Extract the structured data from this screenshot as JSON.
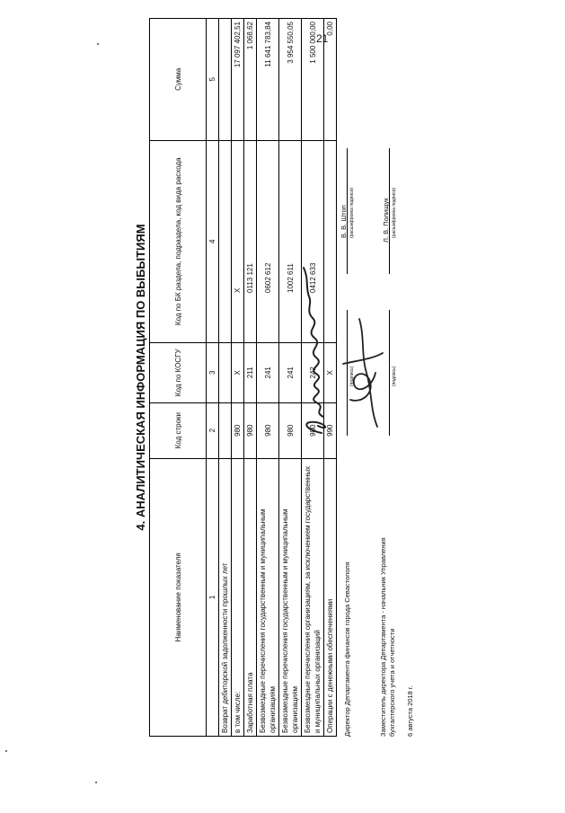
{
  "page_number": "21",
  "title": "4. АНАЛИТИЧЕСКАЯ ИНФОРМАЦИЯ ПО ВЫБЫТИЯМ",
  "table": {
    "headers": [
      "Наименование показателя",
      "Код строки",
      "Код по КОСГУ",
      "Код по БК раздела, подраздела, код вида расхода",
      "Сумма"
    ],
    "numbers": [
      "1",
      "2",
      "3",
      "4",
      "5"
    ],
    "rows": [
      {
        "name": "Возврат дебиторской задолженности прошлых лет",
        "code": "",
        "kosgu": "",
        "bk": "",
        "sum": ""
      },
      {
        "name": "в том числе:",
        "code": "980",
        "kosgu": "X",
        "bk": "X",
        "sum": "17 097 402,51"
      },
      {
        "name": "Заработная плата",
        "code": "980",
        "kosgu": "211",
        "bk": "0113 121",
        "sum": "1 068,62"
      },
      {
        "name": "Безвозмездные перечисления государственным и муниципальным организациям",
        "code": "980",
        "kosgu": "241",
        "bk": "0602 612",
        "sum": "11 641 783,84"
      },
      {
        "name": "Безвозмездные перечисления государственным и муниципальным организациям",
        "code": "980",
        "kosgu": "241",
        "bk": "1002 611",
        "sum": "3 954 550,05"
      },
      {
        "name": "Безвозмездные перечисления организациям, за исключением государственных и муниципальных организаций",
        "code": "980",
        "kosgu": "242",
        "bk": "0412 633",
        "sum": "1 500 000,00"
      },
      {
        "name": "Операции с денежными обеспечениями",
        "code": "990",
        "kosgu": "X",
        "bk": "",
        "sum": "0,00"
      }
    ]
  },
  "signatures": {
    "director_title": "Директор Департамента финансов города Севастополя",
    "director_name": "В. В. Штоп",
    "deputy_title_1": "Заместитель директора Департамента - начальник Управления",
    "deputy_title_2": "бухгалтерского учета и отчетности",
    "deputy_name": "Л. В. Полищук",
    "sign_caption": "(подпись)",
    "decode_caption": "(расшифровка подписи)"
  },
  "date": "6 августа 2018 г."
}
